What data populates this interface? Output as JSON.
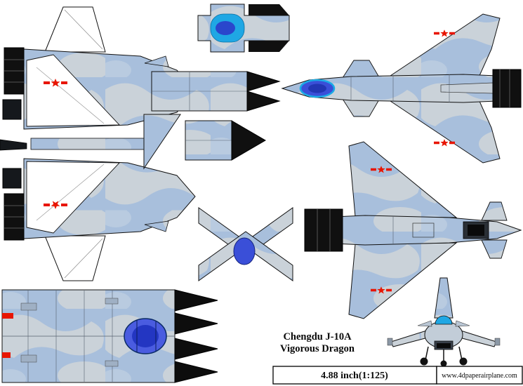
{
  "sheet": {
    "title_line1": "Chengdu J-10A",
    "title_line2": "Vigorous Dragon",
    "scale_label": "4.88 inch(1:125)",
    "website": "www.4dpaperairplane.com"
  },
  "colors": {
    "camo_base": "#a8bfdc",
    "camo_patch": "#cad2d9",
    "camo_patch2": "#b9cbe0",
    "canopy_cyan": "#1fa7e4",
    "canopy_blue": "#3a4fd8",
    "canopy_dark_blue": "#2236b4",
    "marking_red": "#e81500",
    "part_black": "#101010",
    "paper_white": "#ffffff"
  },
  "parts": [
    "side-profile-upper",
    "side-profile-lower",
    "center-tab-strips",
    "spine-strip-long",
    "spine-strip-short",
    "tail-wing-triangle",
    "nose-top-deck",
    "top-view",
    "bottom-view",
    "canard-cross-piece",
    "main-fuselage-piece",
    "front-view"
  ]
}
